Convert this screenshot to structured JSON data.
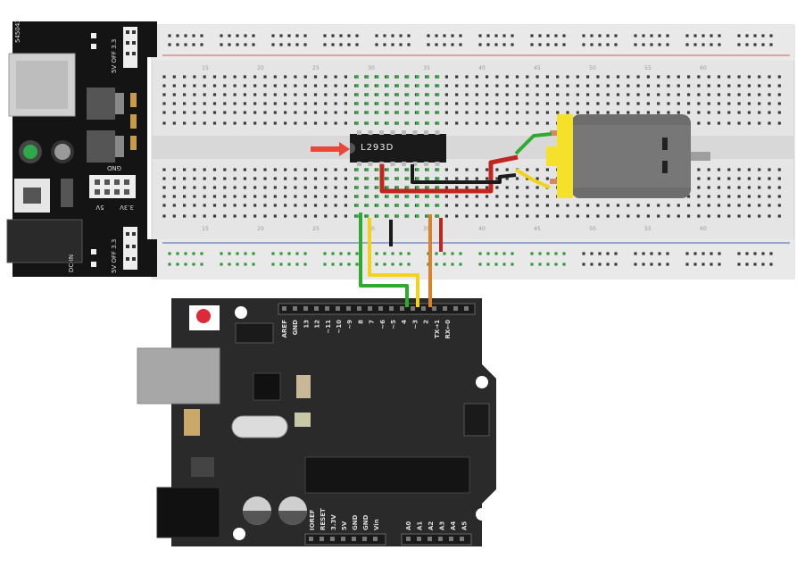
{
  "power_module": {
    "board_id": "545043",
    "top_rail_label": "5V OFF 3.3",
    "bottom_rail_label": "5V OFF 3.3",
    "gnd_label": "GND",
    "five_v_label": "5V",
    "three_v_label": "3.3V",
    "jack_label": "DC-IN"
  },
  "breadboard": {
    "column_numbers": [
      "15",
      "20",
      "25",
      "30",
      "35",
      "40",
      "45",
      "50",
      "55",
      "60"
    ]
  },
  "driver_ic": {
    "label": "L293D"
  },
  "arduino": {
    "digital_labels": [
      "AREF",
      "GND",
      "13",
      "12",
      "~11",
      "~10",
      "~9",
      "8",
      "7",
      "~6",
      "~5",
      "4",
      "~3",
      "2",
      "TX→1",
      "RX←0"
    ],
    "power_labels": [
      "IOREF",
      "RESET",
      "3.3V",
      "5V",
      "GND",
      "GND",
      "Vin"
    ],
    "analog_labels": [
      "A0",
      "A1",
      "A2",
      "A3",
      "A4",
      "A5"
    ]
  },
  "colors": {
    "wire_green": "#2eaa2e",
    "wire_yellow": "#f2d21a",
    "wire_orange": "#d9822b",
    "wire_red": "#c0251f",
    "wire_black": "#1a1a1a",
    "motor_cap": "#f6e12a",
    "board_black": "#141414",
    "arduino_body": "#2a2a2a",
    "breadboard": "#e4e4e4"
  }
}
